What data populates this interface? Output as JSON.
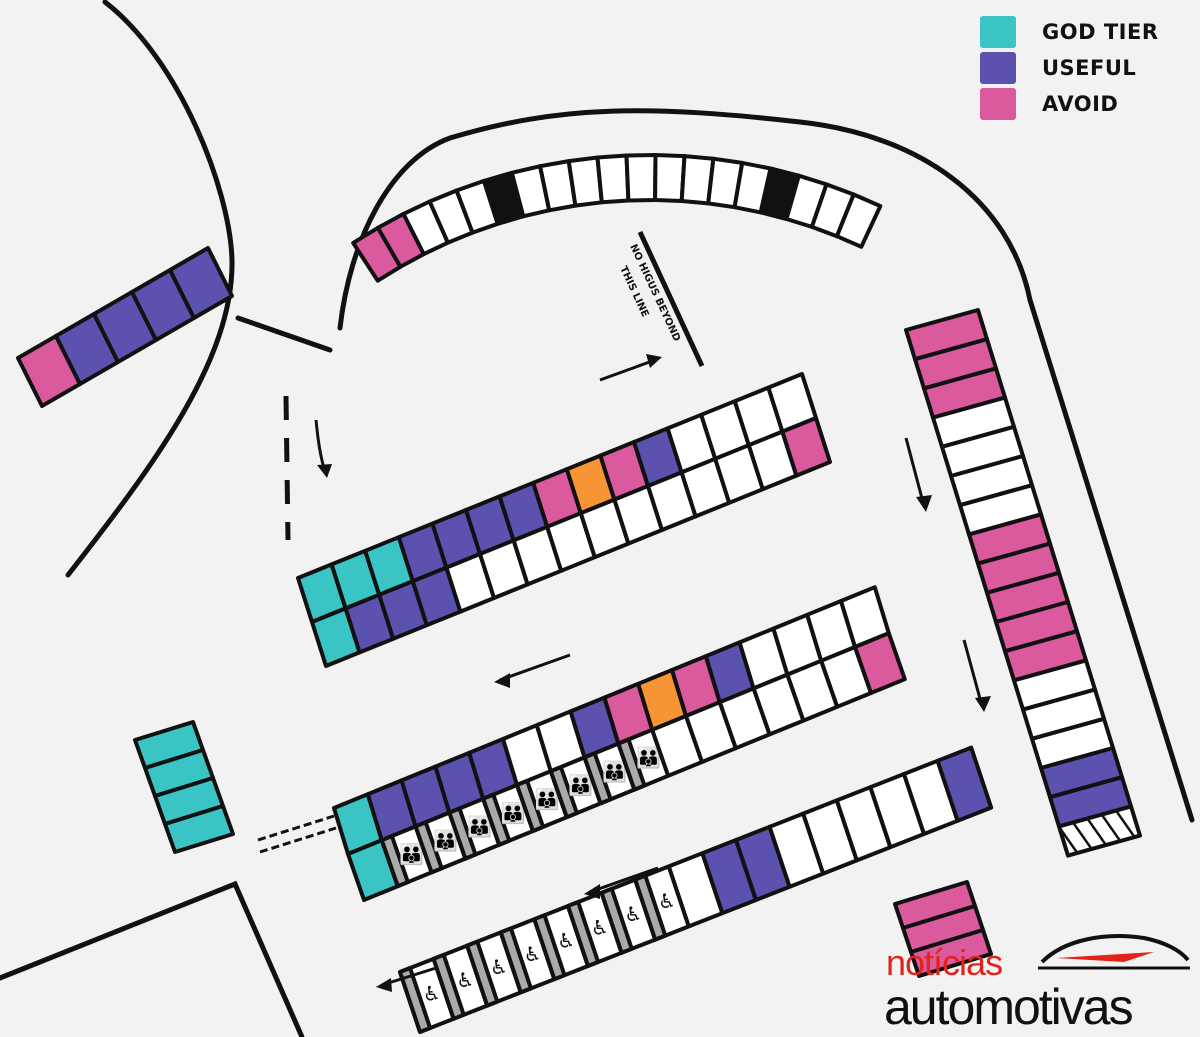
{
  "legend": {
    "items": [
      {
        "key": "god",
        "label": "GOD TIER",
        "color": "#3bc4c4"
      },
      {
        "key": "useful",
        "label": "USEFUL",
        "color": "#5b52b0"
      },
      {
        "key": "avoid",
        "label": "AVOID",
        "color": "#db5a9e"
      }
    ]
  },
  "colors": {
    "god": "#3bc4c4",
    "useful": "#5b52b0",
    "avoid": "#db5a9e",
    "orange": "#f79433",
    "empty": "#ffffff",
    "stripe": "#aaaaaa",
    "outline": "#111111",
    "background": "#f2f2f2"
  },
  "sign": {
    "line1": "NO HIGUS BEYOND",
    "line2": "THIS LINE"
  },
  "watermark": {
    "top": "notícias",
    "bottom": "automotivas"
  },
  "map": {
    "row_top": {
      "upper": [
        "god",
        "god",
        "god",
        "useful",
        "useful",
        "useful",
        "useful",
        "avoid",
        "orange",
        "avoid",
        "useful",
        "empty",
        "empty",
        "empty",
        "empty"
      ],
      "lower": [
        "god",
        "useful",
        "useful",
        "useful",
        "empty",
        "empty",
        "empty",
        "empty",
        "empty",
        "empty",
        "empty",
        "empty",
        "empty",
        "empty",
        "avoid"
      ]
    },
    "row_middle": {
      "upper": [
        "god",
        "useful",
        "useful",
        "useful",
        "useful",
        "empty",
        "empty",
        "useful",
        "avoid",
        "orange",
        "avoid",
        "useful",
        "empty",
        "empty",
        "empty",
        "empty"
      ],
      "lower": [
        "god",
        "family",
        "family",
        "family",
        "family",
        "family",
        "family",
        "family",
        "family",
        "empty",
        "empty",
        "empty",
        "empty",
        "empty",
        "empty",
        "avoid"
      ]
    },
    "row_bottom": {
      "spots": [
        "accessible",
        "accessible",
        "accessible",
        "accessible",
        "accessible",
        "accessible",
        "accessible",
        "accessible",
        "empty",
        "useful",
        "useful",
        "empty",
        "empty",
        "empty",
        "empty",
        "empty",
        "useful"
      ]
    },
    "left_curve": [
      "avoid",
      "useful",
      "useful",
      "useful",
      "useful"
    ],
    "left_block": [
      "god",
      "god",
      "god",
      "god"
    ],
    "top_arc": [
      "avoid",
      "avoid",
      "empty",
      "empty",
      "empty",
      "black",
      "empty",
      "empty",
      "empty",
      "empty",
      "empty",
      "empty",
      "empty",
      "empty",
      "empty",
      "black",
      "empty",
      "empty",
      "empty"
    ],
    "right_column": [
      "avoid",
      "avoid",
      "avoid",
      "empty",
      "empty",
      "empty",
      "empty",
      "avoid",
      "avoid",
      "avoid",
      "avoid",
      "avoid",
      "empty",
      "empty",
      "empty",
      "useful",
      "useful",
      "hatched"
    ],
    "right_bottom_corner": [
      "avoid",
      "avoid",
      "avoid"
    ]
  }
}
